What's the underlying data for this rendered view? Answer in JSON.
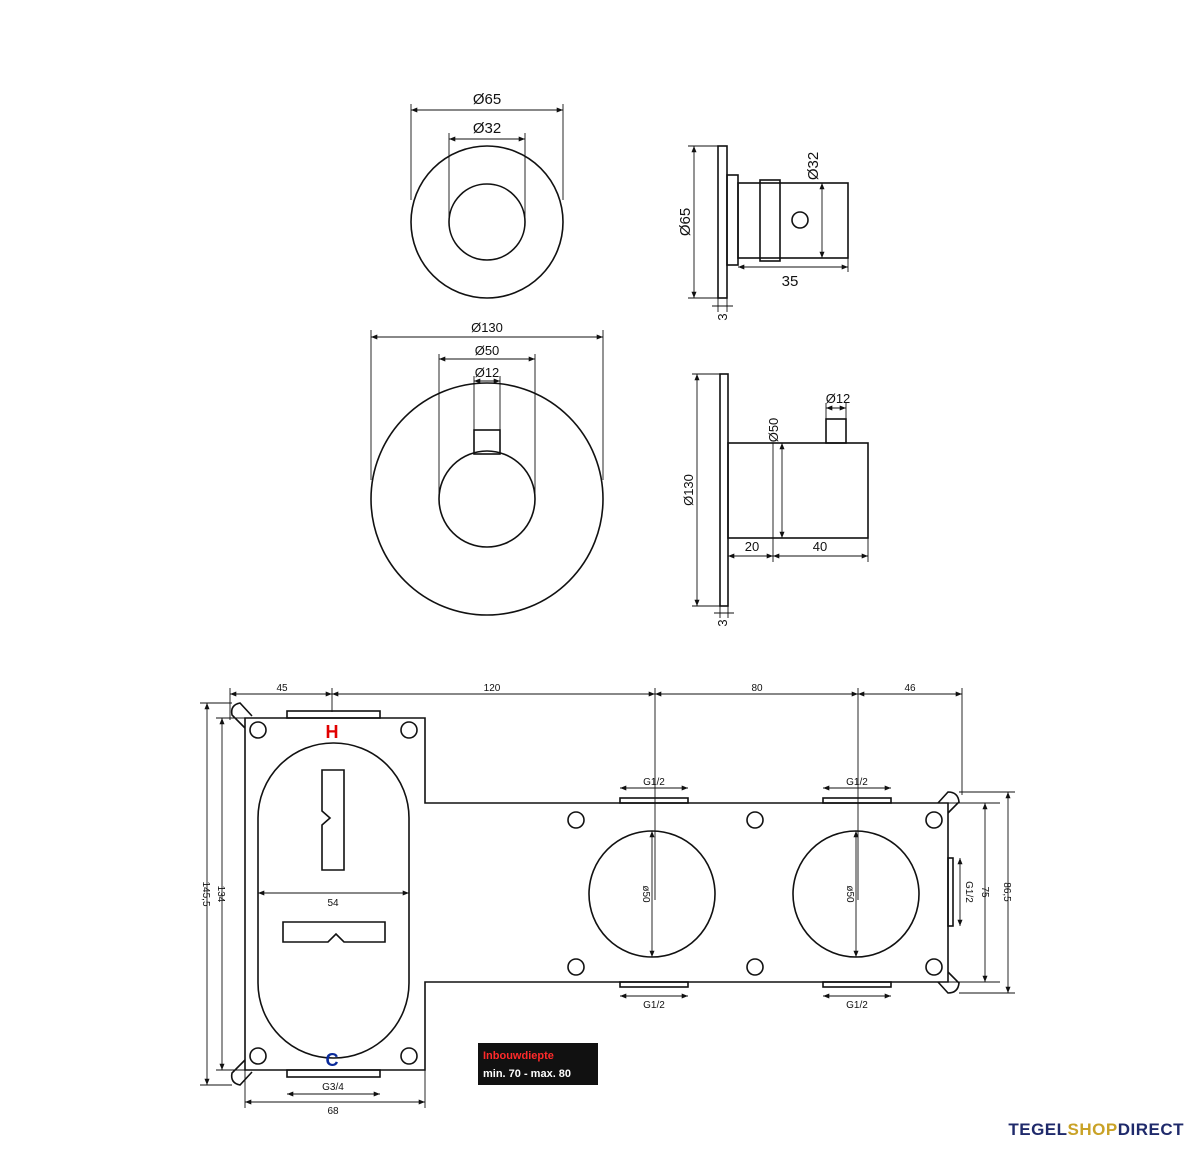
{
  "top_knob": {
    "front": {
      "outer_dia": "Ø65",
      "inner_dia": "Ø32"
    },
    "side": {
      "height": "Ø65",
      "body_dia": "Ø32",
      "depth": "35",
      "plate": "3"
    }
  },
  "mid_knob": {
    "front": {
      "outer_dia": "Ø130",
      "knob_dia": "Ø50",
      "stem_dia": "Ø12"
    },
    "side": {
      "height": "Ø130",
      "body_dia": "Ø50",
      "stem_dia": "Ø12",
      "offset": "20",
      "depth": "40",
      "plate": "3"
    }
  },
  "box": {
    "dims_top": [
      "45",
      "120",
      "80",
      "46"
    ],
    "hot_label": "H",
    "cold_label": "C",
    "slot_width": "54",
    "inlet_thread": "G3/4",
    "bottom_width": "68",
    "outlet_threads": [
      "G1/2",
      "G1/2",
      "G1/2",
      "G1/2"
    ],
    "side_thread": "G1/2",
    "cartridge_dia": [
      "ø50",
      "ø50"
    ],
    "height_outer": "145,5",
    "height_inner": "134",
    "right_heights": [
      "75",
      "86,5"
    ]
  },
  "install_depth": {
    "title": "Inbouwdiepte",
    "value": "min. 70 - max. 80"
  },
  "brand": {
    "part1": "TEGEL",
    "part2": "SHOP",
    "part3": "DIRECT"
  },
  "colors": {
    "hot": "#e10000",
    "cold": "#0a2a9a",
    "label_bg": "#111111",
    "label_title": "#ff2a2a"
  }
}
